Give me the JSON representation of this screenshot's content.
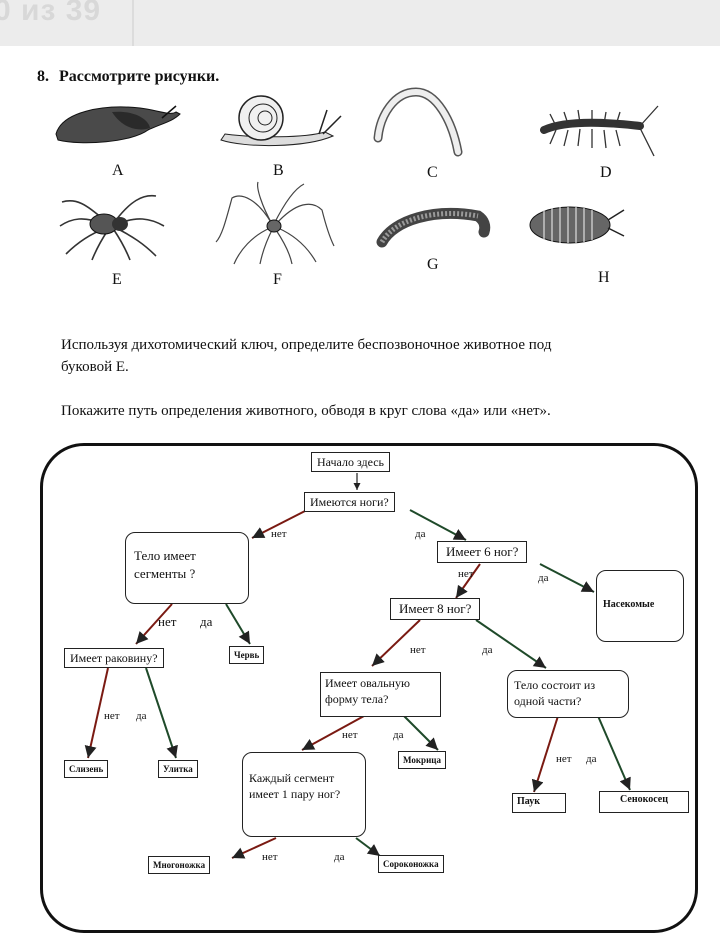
{
  "topbar": {
    "text": "0 из 39"
  },
  "question": {
    "number": "8.",
    "title": "Рассмотрите рисунки."
  },
  "animals": [
    {
      "letter": "A",
      "icon": "slug-icon"
    },
    {
      "letter": "B",
      "icon": "snail-icon"
    },
    {
      "letter": "C",
      "icon": "worm-icon"
    },
    {
      "letter": "D",
      "icon": "centipede-icon"
    },
    {
      "letter": "E",
      "icon": "spider-icon"
    },
    {
      "letter": "F",
      "icon": "harvestman-icon"
    },
    {
      "letter": "G",
      "icon": "millipede-icon"
    },
    {
      "letter": "H",
      "icon": "woodlouse-icon"
    }
  ],
  "instructions": {
    "p1": "Используя дихотомический ключ, определите беспозвоночное животное под",
    "p1b": "буковой E.",
    "p2": "Покажите путь определения животного, обводя в круг слова «да» или «нет»."
  },
  "key": {
    "start": "Начало здесь",
    "legs": "Имеются ноги?",
    "segments_1": "Тело имеет",
    "segments_2": "сегменты ?",
    "six_legs": "Имеет 6 ног?",
    "insects": "Насекомые",
    "eight_legs": "Имеет 8 ног?",
    "shell": "Имеет раковину?",
    "worm": "Червь",
    "oval_1": "Имеет овальную",
    "oval_2": "форму тела?",
    "one_part_1": "Тело состоит из",
    "one_part_2": "одной части?",
    "slug": "Слизень",
    "snail": "Улитка",
    "woodlouse": "Мокрица",
    "pair_1": "Каждый сегмент",
    "pair_2": "имеет 1 пару ног?",
    "spider": "Паук",
    "harvestman": "Сенокосец",
    "millipede": "Многоножка",
    "centipede": "Сороконожка",
    "no": "нет",
    "yes": "да"
  },
  "colors": {
    "no_arrow": "#7a1a12",
    "yes_arrow": "#1f4a2a"
  }
}
